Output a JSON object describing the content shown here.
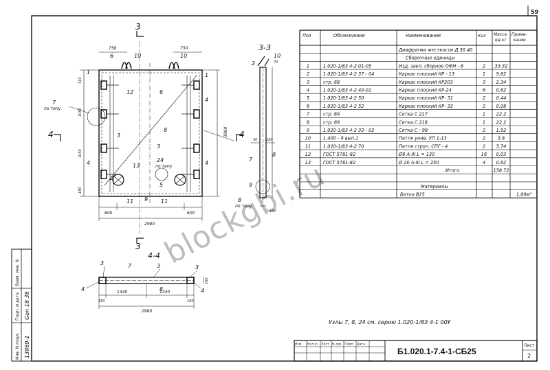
{
  "sheet_number": "59",
  "stamp": {
    "inv": "Инв. N подл.",
    "sign": "Подп. и дата",
    "replace": "Взам. инв. N",
    "inv_value": "13969-1",
    "sign_value": "Gen 18 38"
  },
  "table": {
    "headers": {
      "pos": "Поз",
      "designation": "Обозначение",
      "name": "Наименование",
      "qty": "Кол",
      "mass": "Масса ед.кг",
      "note": "Приме-чание"
    },
    "title_row": "Диафрагма жесткости Д 30.40",
    "section_units": "Сборочные единицы",
    "rows": [
      {
        "pos": "1",
        "des": "1.020-1/83 4-2 01-05",
        "name": "Изд. закл. сборное ОФН - 6",
        "qty": "2",
        "mass": "33.32"
      },
      {
        "pos": "2",
        "des": "1.020-1/83 4-2 37 - 04",
        "name": "Каркас плоский КР - 13",
        "qty": "1",
        "mass": "9.62"
      },
      {
        "pos": "3",
        "des": "стр. 68",
        "name": "Каркас плоский КР203",
        "qty": "3",
        "mass": "2.34"
      },
      {
        "pos": "4",
        "des": "1.020-1/83 4-2 40-01",
        "name": "Каркас плоский КР-24",
        "qty": "6",
        "mass": "0.62"
      },
      {
        "pos": "5",
        "des": "1.020-1/83 4-2 50",
        "name": "Каркас плоский КР- 31",
        "qty": "2",
        "mass": "0.44"
      },
      {
        "pos": "6",
        "des": "1.020-1/83 4-2 52",
        "name": "Каркас плоский КР- 32",
        "qty": "2",
        "mass": "0.28"
      },
      {
        "pos": "7",
        "des": "стр. 69",
        "name": "Сетка С 217",
        "qty": "1",
        "mass": "22.2"
      },
      {
        "pos": "8",
        "des": "стр. 69",
        "name": "Сетка С 218",
        "qty": "1",
        "mass": "22.2"
      },
      {
        "pos": "9",
        "des": "1.020-1/83 4-2 33 - 02",
        "name": "Сетка С - 98",
        "qty": "2",
        "mass": "1.92"
      },
      {
        "pos": "10",
        "des": "1.400 - 9 вып.1",
        "name": "Петля унив. УП 1-13",
        "qty": "2",
        "mass": "3.8"
      },
      {
        "pos": "11",
        "des": "1.020-1/83 4-2 70",
        "name": "Петля строп. СПГ - 4",
        "qty": "2",
        "mass": "5.74"
      },
      {
        "pos": "12",
        "des": "ГОСТ 5781-82",
        "name": "Ø6 А-III L = 130",
        "qty": "16",
        "mass": "0.03"
      },
      {
        "pos": "13",
        "des": "ГОСТ 5781-82",
        "name": "Ø 20 А-III L = 250",
        "qty": "4",
        "mass": "0.62"
      }
    ],
    "total_label": "Итого",
    "total_value": "158.72",
    "section_materials": "Материалы",
    "concrete": "Бетон В25",
    "concrete_volume": "1.89м³"
  },
  "drawing": {
    "section_mark": "3",
    "view_33": "3-3",
    "view_44": "4-4",
    "view_mark4": "4",
    "note": "Узлы 7, 8, 24 см. серию 1.020-1/83 4-1 00У",
    "labels": {
      "by_type": "по типу",
      "dim_2980": "2980",
      "dim_750": "750",
      "dim_600": "600",
      "dim_3980": "3980",
      "dim_1340": "1340",
      "dim_150": "150",
      "dim_160": "160",
      "dim_310": "310",
      "dim_1050": "1050",
      "dim_180": "180",
      "dim_30": "30",
      "dim_120": "120",
      "dim_70": "70"
    },
    "callouts": [
      "1",
      "2",
      "3",
      "4",
      "5",
      "6",
      "7",
      "8",
      "9",
      "10",
      "11",
      "12",
      "13",
      "24"
    ]
  },
  "watermark": "blockgbi.ru",
  "titleblock": {
    "cols": [
      "Изм.",
      "Кол.уч",
      "Лист",
      "N док",
      "Подп.",
      "Дата"
    ],
    "code": "Б1.020.1-7.4-1-СБ25",
    "sheet_label": "Лист",
    "sheet_value": "2"
  }
}
